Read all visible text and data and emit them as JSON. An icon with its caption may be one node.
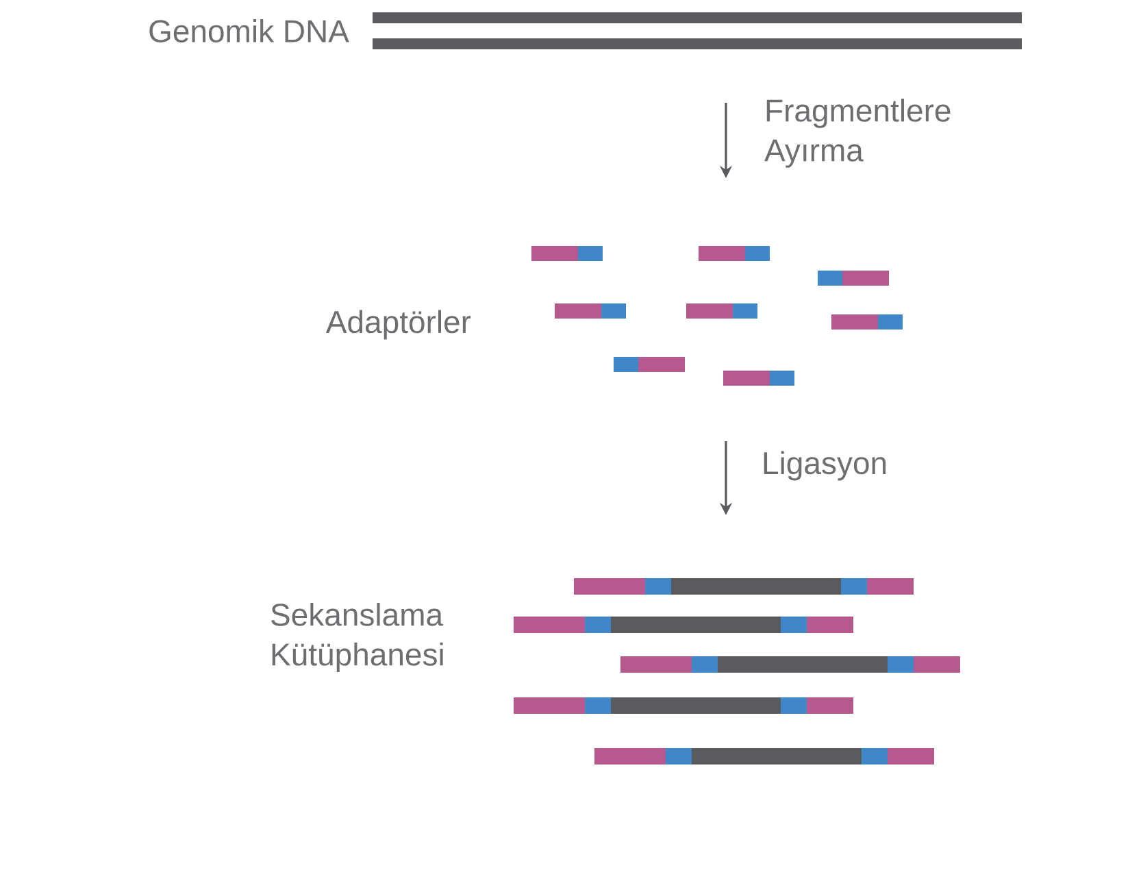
{
  "diagram": {
    "nodes": [
      {
        "text": [],
        "shape": "picture",
        "beside": [
          "Genomik DNA"
        ]
      },
      {
        "text": [],
        "shape": "picture",
        "beside": [
          "Adaptörler"
        ]
      },
      {
        "text": [],
        "shape": "picture",
        "beside": [
          "Sekanslama Kütüphanesi"
        ]
      }
    ],
    "edges": [
      {
        "from": 0,
        "to": 1,
        "arrow": "to",
        "label": "Fragmentlere Ayırma"
      },
      {
        "from": 1,
        "to": 2,
        "arrow": "to",
        "label": "Ligasyon"
      }
    ]
  }
}
